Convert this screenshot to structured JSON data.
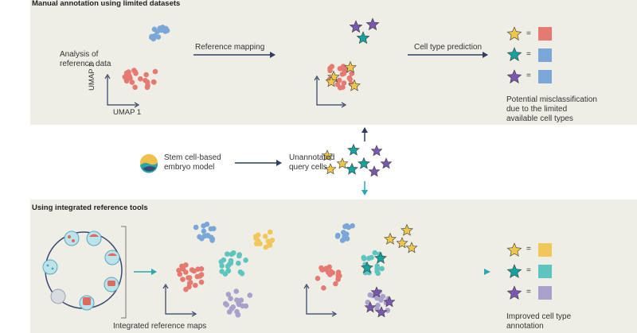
{
  "top_panel": {
    "title": "Manual annotation using limited datasets",
    "analysis_label": [
      "Analysis of",
      "reference data"
    ],
    "axis_y": "UMAP 2",
    "axis_x": "UMAP 1",
    "arrow_reference_mapping": "Reference mapping",
    "arrow_cell_type_prediction": "Cell type prediction",
    "misclassification_note": [
      "Potential misclassification",
      "due to the limited",
      "available cell types"
    ],
    "legend_equals": "="
  },
  "middle": {
    "model_label": [
      "Stem cell-based",
      "embryo model"
    ],
    "query_label": [
      "Unannotated",
      "query cells"
    ]
  },
  "bottom_panel": {
    "title": "Using integrated reference tools",
    "maps_label": "Integrated reference maps",
    "result_label": [
      "Improved cell type",
      "annotation"
    ],
    "legend_equals": "="
  },
  "colors": {
    "panel_bg": "#efeee6",
    "red": "#e57a72",
    "blue": "#7aa7d8",
    "yellow": "#f1c75a",
    "teal": "#5ec4bf",
    "purple": "#a9a0cc",
    "star_yellow": "#eec64a",
    "star_teal": "#14a4a0",
    "star_purple": "#7a57b0",
    "arrow_navy": "#2f3d63",
    "arrow_teal": "#2aa7b0"
  },
  "icons": [
    "star-icon",
    "cell-cluster-icon",
    "embryo-model-icon",
    "development-cycle-icon"
  ]
}
